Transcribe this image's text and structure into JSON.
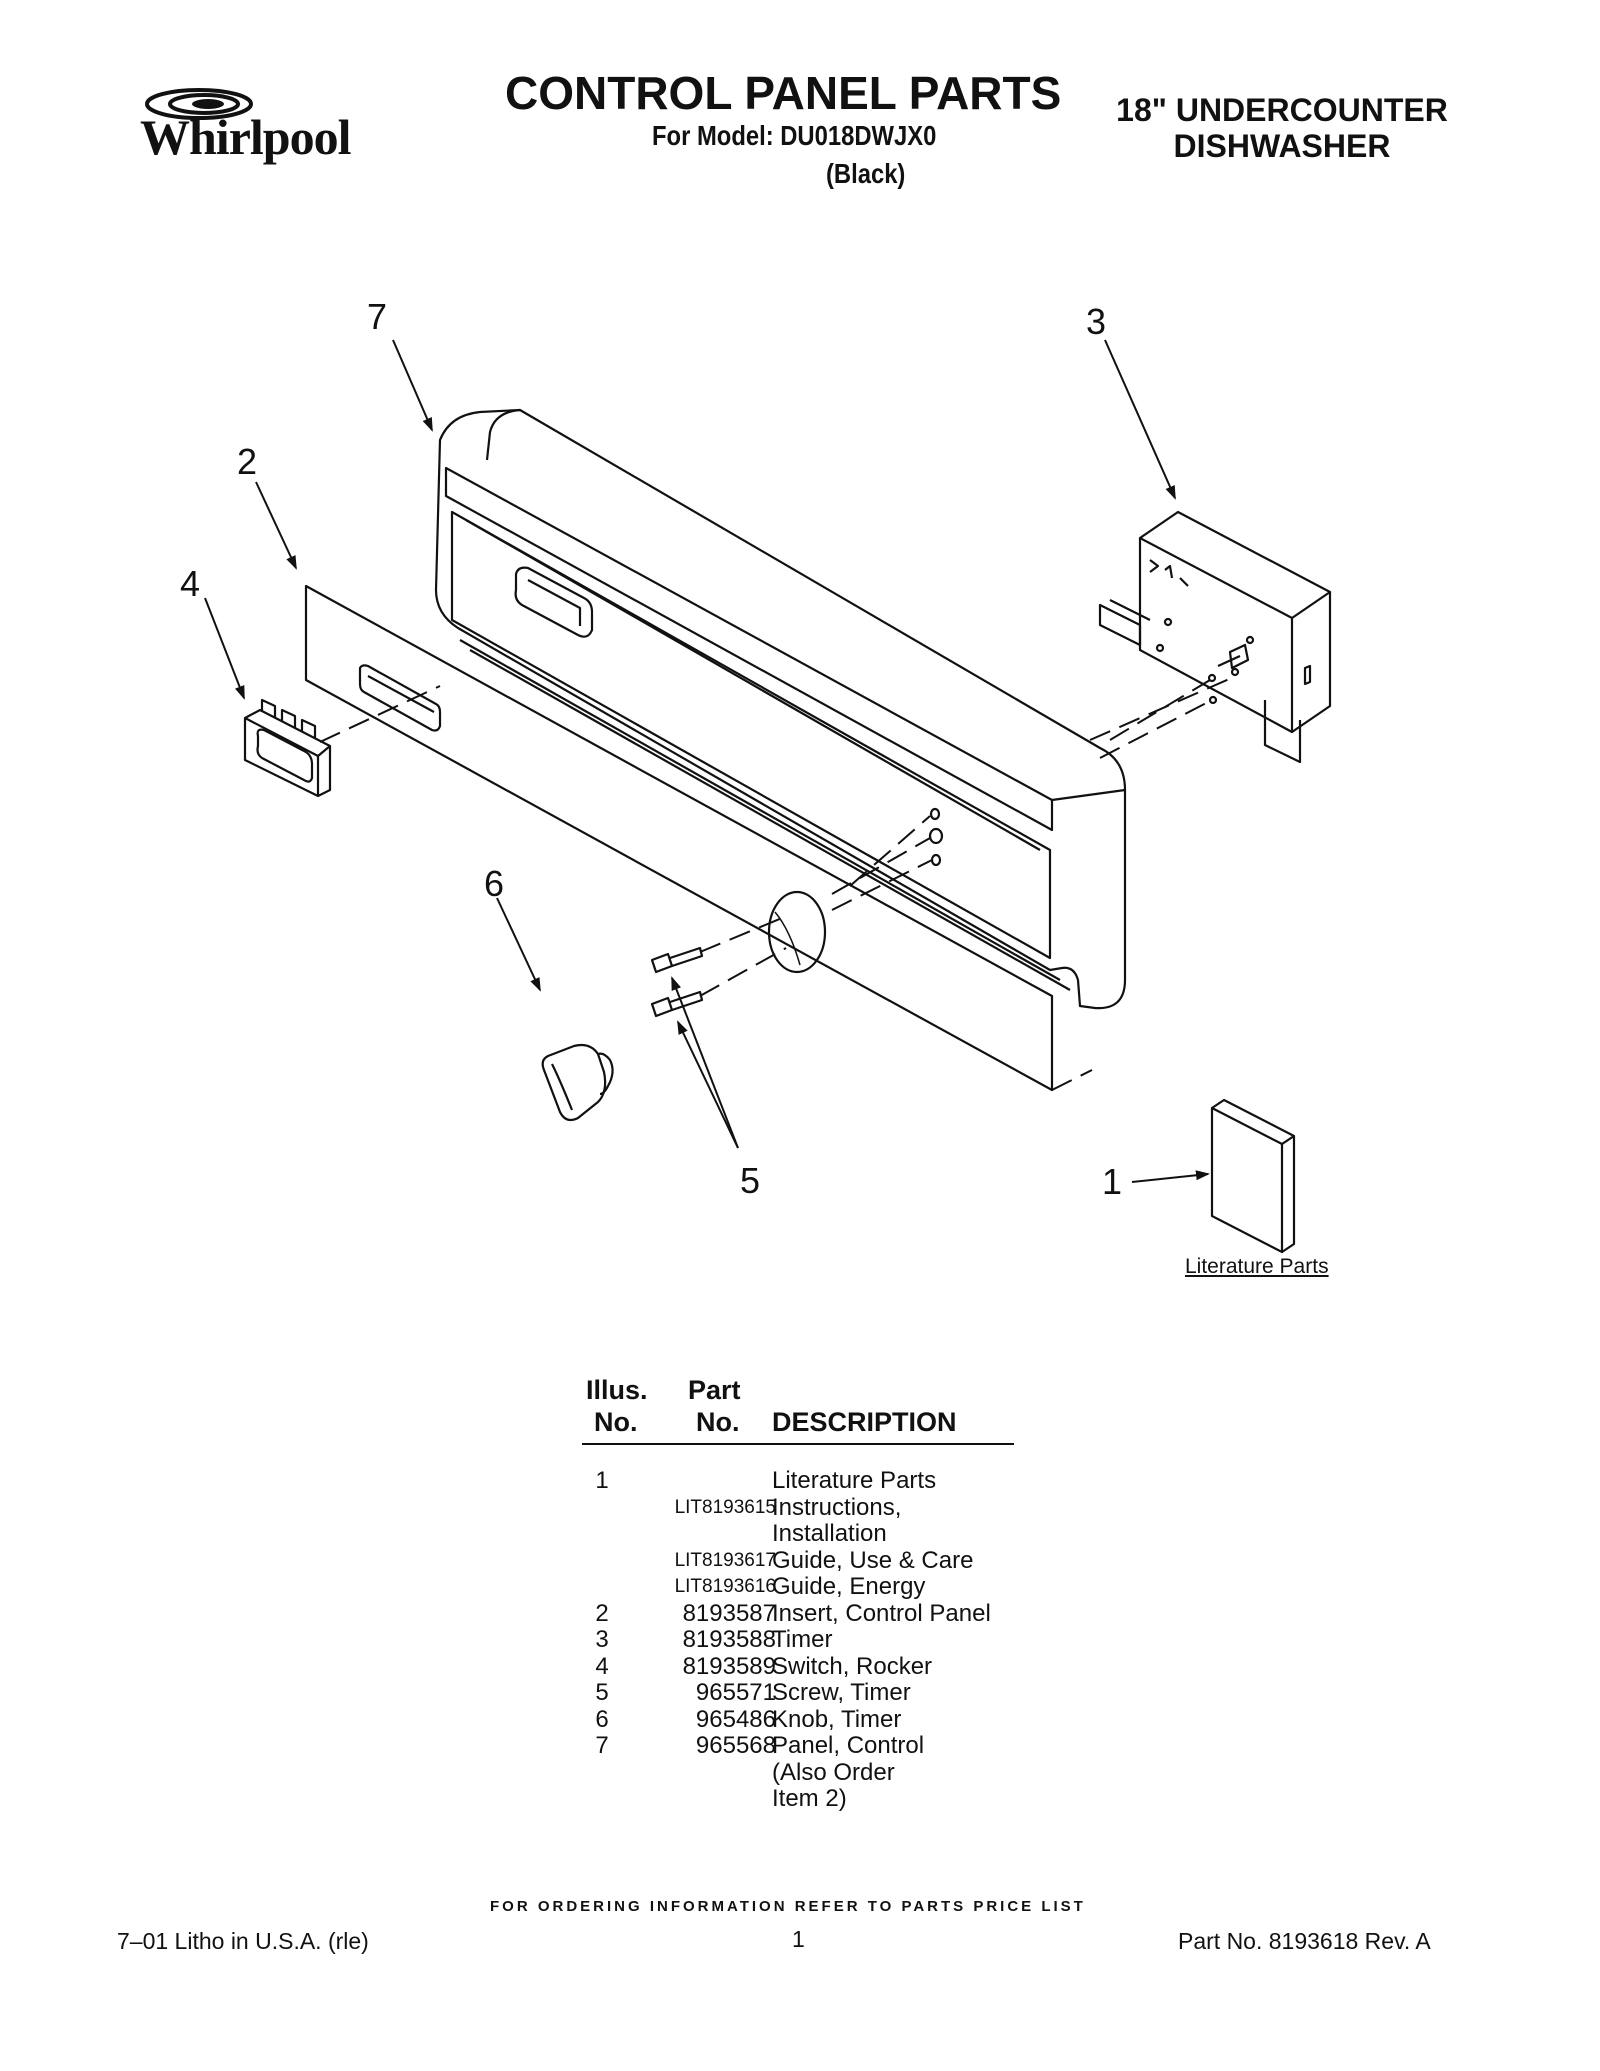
{
  "header": {
    "brand": "Whirlpool",
    "title": "CONTROL PANEL PARTS",
    "model_line": "For Model: DU018DWJX0",
    "color_line": "(Black)",
    "product_line1": "18\" UNDERCOUNTER",
    "product_line2": "DISHWASHER"
  },
  "diagram": {
    "callouts": [
      "7",
      "3",
      "2",
      "4",
      "6",
      "5",
      "1"
    ],
    "literature_label": "Literature Parts"
  },
  "table": {
    "headers": {
      "illus_top": "Illus.",
      "illus_bottom": "No.",
      "part_top": "Part",
      "part_bottom": "No.",
      "description": "DESCRIPTION"
    },
    "rows": [
      {
        "illus": "1",
        "part": "",
        "desc": "Literature Parts"
      },
      {
        "illus": "",
        "part": "LIT8193615",
        "desc": "Instructions,"
      },
      {
        "illus": "",
        "part": "",
        "desc": "Installation"
      },
      {
        "illus": "",
        "part": "LIT8193617",
        "desc": "Guide, Use & Care"
      },
      {
        "illus": "",
        "part": "LIT8193616",
        "desc": "Guide, Energy"
      },
      {
        "illus": "2",
        "part": "8193587",
        "desc": "Insert, Control Panel"
      },
      {
        "illus": "3",
        "part": "8193588",
        "desc": "Timer"
      },
      {
        "illus": "4",
        "part": "8193589",
        "desc": "Switch, Rocker"
      },
      {
        "illus": "5",
        "part": "965571",
        "desc": "Screw, Timer"
      },
      {
        "illus": "6",
        "part": "965486",
        "desc": "Knob, Timer"
      },
      {
        "illus": "7",
        "part": "965568",
        "desc": "Panel, Control"
      },
      {
        "illus": "",
        "part": "",
        "desc": "(Also Order"
      },
      {
        "illus": "",
        "part": "",
        "desc": "Item 2)"
      }
    ]
  },
  "footer": {
    "ordering_note": "FOR ORDERING INFORMATION REFER TO PARTS PRICE LIST",
    "left": "7–01 Litho in U.S.A. (rle)",
    "page_number": "1",
    "right": "Part No. 8193618 Rev. A"
  }
}
